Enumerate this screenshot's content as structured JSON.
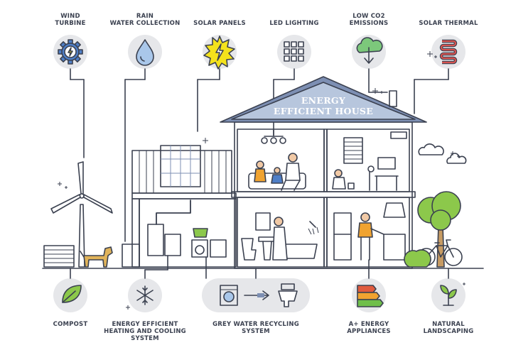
{
  "diagram": {
    "title_line1": "ENERGY",
    "title_line2": "EFFICIENT HOUSE",
    "top_features": [
      {
        "line1": "WIND",
        "line2": "TURBINE",
        "icon": "gear-icon"
      },
      {
        "line1": "RAIN",
        "line2": "WATER COLLECTION",
        "icon": "water-drop-icon"
      },
      {
        "line1": "SOLAR PANELS",
        "line2": "",
        "icon": "sun-icon"
      },
      {
        "line1": "LED LIGHTING",
        "line2": "",
        "icon": "led-grid-icon"
      },
      {
        "line1": "LOW CO2",
        "line2": "EMISSIONS",
        "icon": "cloud-arrow-icon"
      },
      {
        "line1": "SOLAR THERMAL",
        "line2": "",
        "icon": "coil-icon"
      }
    ],
    "bottom_features": [
      {
        "line1": "COMPOST",
        "line2": "",
        "line3": "",
        "icon": "leaf-icon"
      },
      {
        "line1": "ENERGY EFFICIENT",
        "line2": "HEATING AND COOLING",
        "line3": "SYSTEM",
        "icon": "snowflake-icon"
      },
      {
        "line1": "GREY WATER RECYCLING",
        "line2": "SYSTEM",
        "line3": "",
        "icon": "washer-to-toilet-icon"
      },
      {
        "line1": "A+ ENERGY",
        "line2": "APPLIANCES",
        "line3": "",
        "icon": "energy-rating-icon"
      },
      {
        "line1": "NATURAL",
        "line2": "LANDSCAPING",
        "line3": "",
        "icon": "sprout-icon"
      }
    ],
    "colors": {
      "outline": "#3b4150",
      "wall_blue": "#b7c6dd",
      "room_light": "#d9e3f0",
      "roof": "#7d8fb3",
      "circle_bg": "#e6e7ea",
      "sun_yellow": "#f4e21c",
      "turbine_blue": "#4f7fc7",
      "drop_blue": "#a9c7ea",
      "cloud_green": "#7cc87b",
      "coil_red": "#d9534f",
      "leaf_green": "#8cc84b",
      "rating_red": "#e05a3d",
      "rating_orange": "#f0a330",
      "rating_green": "#6fbf4a"
    }
  }
}
